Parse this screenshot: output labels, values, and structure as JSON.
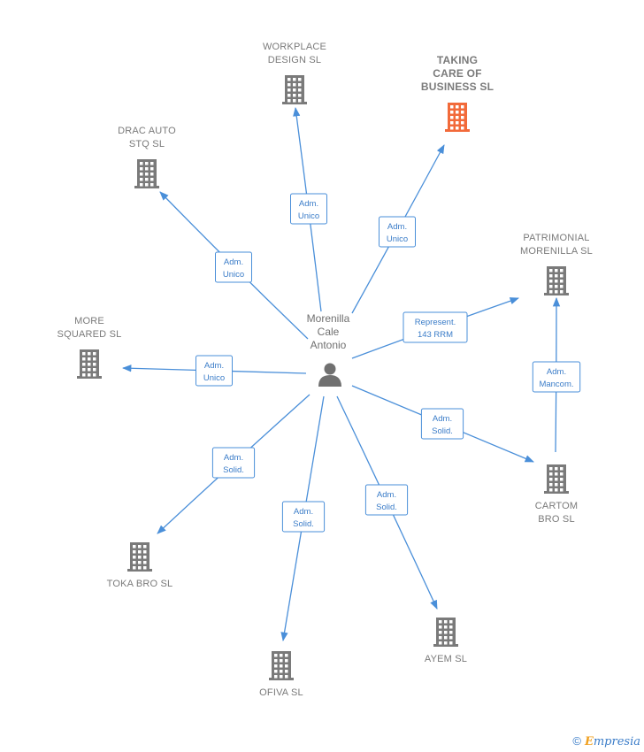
{
  "colors": {
    "edge": "#4a8fd9",
    "building": "#7a7a7a",
    "building_highlight": "#f26a3a",
    "person": "#707070"
  },
  "center": {
    "name_lines": [
      "Morenilla",
      "Cale",
      "Antonio"
    ],
    "icon": "person-icon"
  },
  "companies": [
    {
      "id": "workplace",
      "lines": [
        "WORKPLACE",
        "DESIGN SL"
      ],
      "highlight": false,
      "icon": "building-icon"
    },
    {
      "id": "taking-care",
      "lines": [
        "TAKING",
        "CARE OF",
        "BUSINESS  SL"
      ],
      "highlight": true,
      "icon": "building-icon"
    },
    {
      "id": "drac-auto",
      "lines": [
        "DRAC AUTO",
        "STQ  SL"
      ],
      "highlight": false,
      "icon": "building-icon"
    },
    {
      "id": "patrimonial",
      "lines": [
        "PATRIMONIAL",
        "MORENILLA SL"
      ],
      "highlight": false,
      "icon": "building-icon"
    },
    {
      "id": "more-squared",
      "lines": [
        "MORE",
        "SQUARED  SL"
      ],
      "highlight": false,
      "icon": "building-icon"
    },
    {
      "id": "cartom",
      "lines": [
        "CARTOM",
        "BRO  SL"
      ],
      "highlight": false,
      "icon": "building-icon"
    },
    {
      "id": "toka",
      "lines": [
        "TOKA BRO  SL"
      ],
      "highlight": false,
      "icon": "building-icon"
    },
    {
      "id": "ayem",
      "lines": [
        "AYEM  SL"
      ],
      "highlight": false,
      "icon": "building-icon"
    },
    {
      "id": "ofiva",
      "lines": [
        "OFIVA SL"
      ],
      "highlight": false,
      "icon": "building-icon"
    }
  ],
  "relations": [
    {
      "from": "center",
      "to": "workplace",
      "label": [
        "Adm.",
        "Unico"
      ]
    },
    {
      "from": "center",
      "to": "taking-care",
      "label": [
        "Adm.",
        "Unico"
      ]
    },
    {
      "from": "center",
      "to": "drac-auto",
      "label": [
        "Adm.",
        "Unico"
      ]
    },
    {
      "from": "center",
      "to": "patrimonial",
      "label": [
        "Represent.",
        "143 RRM"
      ]
    },
    {
      "from": "center",
      "to": "more-squared",
      "label": [
        "Adm.",
        "Unico"
      ]
    },
    {
      "from": "center",
      "to": "cartom",
      "label": [
        "Adm.",
        "Solid."
      ]
    },
    {
      "from": "center",
      "to": "toka",
      "label": [
        "Adm.",
        "Solid."
      ]
    },
    {
      "from": "center",
      "to": "ofiva",
      "label": [
        "Adm.",
        "Solid."
      ]
    },
    {
      "from": "center",
      "to": "ayem",
      "label": [
        "Adm.",
        "Solid."
      ]
    },
    {
      "from": "cartom",
      "to": "patrimonial",
      "label": [
        "Adm.",
        "Mancom."
      ]
    }
  ],
  "footer": {
    "copyright": "©",
    "brand_initial": "E",
    "brand_rest": "mpresia"
  }
}
